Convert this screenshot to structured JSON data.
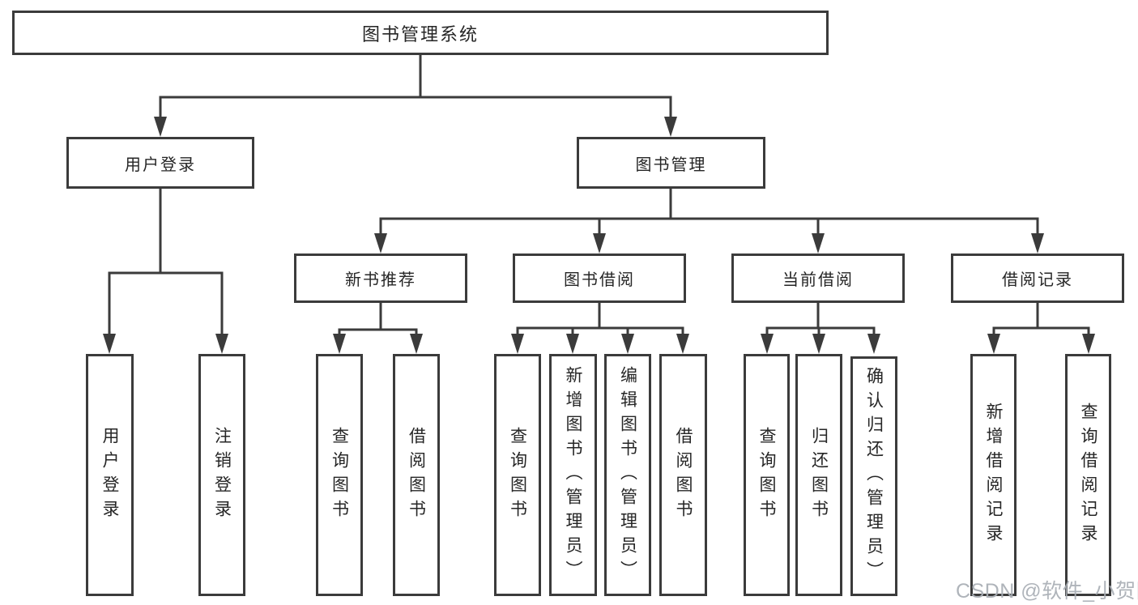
{
  "diagram": {
    "root": {
      "label": "图书管理系统"
    },
    "level2": [
      {
        "label": "用户登录"
      },
      {
        "label": "图书管理"
      }
    ],
    "level3": [
      {
        "label": "新书推荐",
        "parent": "图书管理"
      },
      {
        "label": "图书借阅",
        "parent": "图书管理"
      },
      {
        "label": "当前借阅",
        "parent": "图书管理"
      },
      {
        "label": "借阅记录",
        "parent": "图书管理"
      }
    ],
    "leaves": [
      {
        "label": "用户登录",
        "parent": "用户登录"
      },
      {
        "label": "注销登录",
        "parent": "用户登录"
      },
      {
        "label": "查询图书",
        "parent": "新书推荐"
      },
      {
        "label": "借阅图书",
        "parent": "新书推荐"
      },
      {
        "label": "查询图书",
        "parent": "图书借阅"
      },
      {
        "label": "新增图书（管理员）",
        "parent": "图书借阅"
      },
      {
        "label": "编辑图书（管理员）",
        "parent": "图书借阅"
      },
      {
        "label": "借阅图书",
        "parent": "图书借阅"
      },
      {
        "label": "查询图书",
        "parent": "当前借阅"
      },
      {
        "label": "归还图书",
        "parent": "当前借阅"
      },
      {
        "label": "确认归还（管理员）",
        "parent": "当前借阅"
      },
      {
        "label": "新增借阅记录",
        "parent": "借阅记录"
      },
      {
        "label": "查询借阅记录",
        "parent": "借阅记录"
      }
    ]
  },
  "watermark": {
    "text": "CSDN @软件_小贺同学"
  },
  "colors": {
    "line": "#3b3b3b",
    "text": "#262626",
    "watermark": "#a9aeb5",
    "background": "#ffffff"
  }
}
